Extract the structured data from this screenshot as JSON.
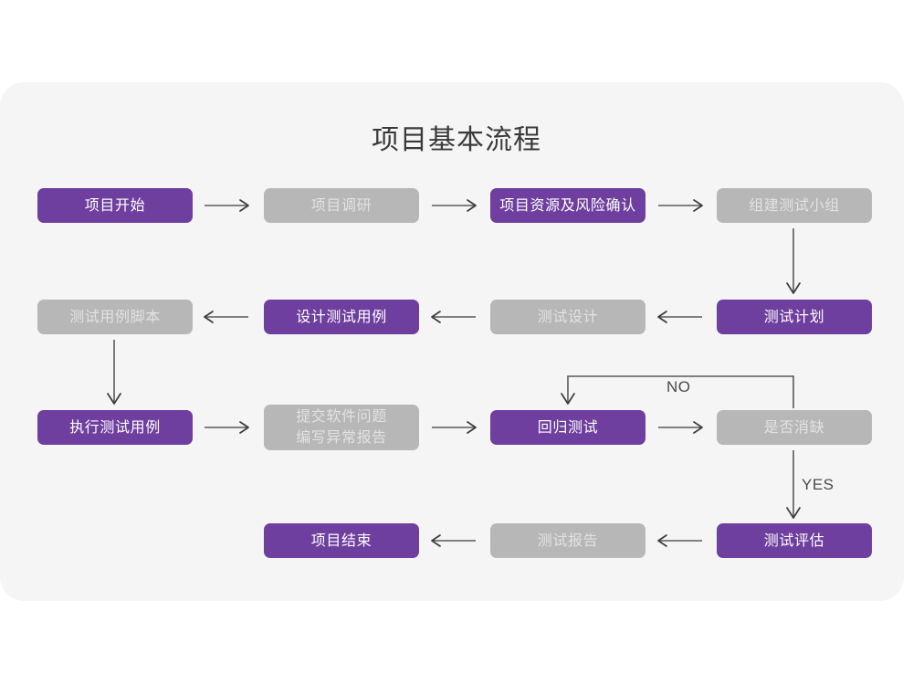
{
  "diagram": {
    "title": "项目基本流程",
    "card_bg": "#f5f5f5",
    "colors": {
      "purple": "#6e3f9e",
      "gray": "#b7b7b7",
      "purple_text": "#ffffff",
      "gray_text": "#e2e2e2",
      "arrow": "#5a5a5a",
      "title_text": "#3a3a3a",
      "page_bg": "#ffffff"
    },
    "nodes": [
      {
        "id": "n1",
        "label": "项目开始",
        "style": "purple",
        "row": 1,
        "col": 1
      },
      {
        "id": "n2",
        "label": "项目调研",
        "style": "gray",
        "row": 1,
        "col": 2
      },
      {
        "id": "n3",
        "label": "项目资源及风险确认",
        "style": "purple",
        "row": 1,
        "col": 3
      },
      {
        "id": "n4",
        "label": "组建测试小组",
        "style": "gray",
        "row": 1,
        "col": 4
      },
      {
        "id": "n5",
        "label": "测试用例脚本",
        "style": "gray",
        "row": 2,
        "col": 1
      },
      {
        "id": "n6",
        "label": "设计测试用例",
        "style": "purple",
        "row": 2,
        "col": 2
      },
      {
        "id": "n7",
        "label": "测试设计",
        "style": "gray",
        "row": 2,
        "col": 3
      },
      {
        "id": "n8",
        "label": "测试计划",
        "style": "purple",
        "row": 2,
        "col": 4
      },
      {
        "id": "n9",
        "label": "执行测试用例",
        "style": "purple",
        "row": 3,
        "col": 1
      },
      {
        "id": "n10",
        "label": "提交软件问题\n编写异常报告",
        "style": "gray",
        "row": 3,
        "col": 2
      },
      {
        "id": "n11",
        "label": "回归测试",
        "style": "purple",
        "row": 3,
        "col": 3
      },
      {
        "id": "n12",
        "label": "是否消缺",
        "style": "gray",
        "row": 3,
        "col": 4
      },
      {
        "id": "n13",
        "label": "项目结束",
        "style": "purple",
        "row": 4,
        "col": 2
      },
      {
        "id": "n14",
        "label": "测试报告",
        "style": "gray",
        "row": 4,
        "col": 3
      },
      {
        "id": "n15",
        "label": "测试评估",
        "style": "purple",
        "row": 4,
        "col": 4
      }
    ],
    "edge_labels": {
      "no": "NO",
      "yes": "YES"
    },
    "edges": [
      {
        "from": "n1",
        "to": "n2",
        "dir": "right"
      },
      {
        "from": "n2",
        "to": "n3",
        "dir": "right"
      },
      {
        "from": "n3",
        "to": "n4",
        "dir": "right"
      },
      {
        "from": "n4",
        "to": "n8",
        "dir": "down"
      },
      {
        "from": "n8",
        "to": "n7",
        "dir": "left"
      },
      {
        "from": "n7",
        "to": "n6",
        "dir": "left"
      },
      {
        "from": "n6",
        "to": "n5",
        "dir": "left"
      },
      {
        "from": "n5",
        "to": "n9",
        "dir": "down"
      },
      {
        "from": "n9",
        "to": "n10",
        "dir": "right"
      },
      {
        "from": "n10",
        "to": "n11",
        "dir": "right"
      },
      {
        "from": "n11",
        "to": "n12",
        "dir": "right"
      },
      {
        "from": "n12",
        "to": "n11",
        "dir": "loop-up-left",
        "label": "NO"
      },
      {
        "from": "n12",
        "to": "n15",
        "dir": "down",
        "label": "YES"
      },
      {
        "from": "n15",
        "to": "n14",
        "dir": "left"
      },
      {
        "from": "n14",
        "to": "n13",
        "dir": "left"
      }
    ]
  }
}
